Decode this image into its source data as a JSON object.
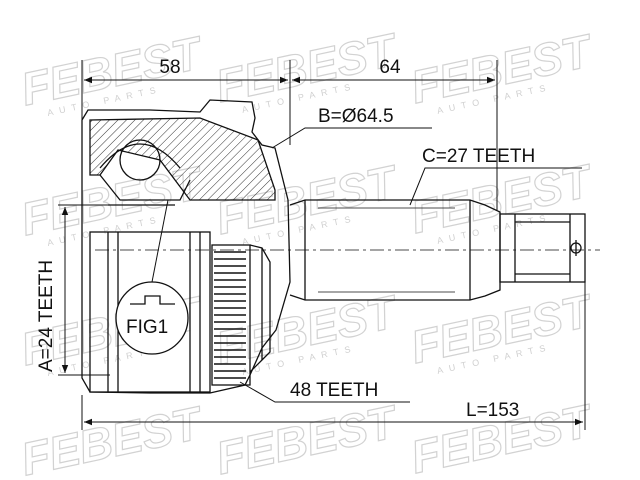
{
  "watermark": {
    "brand": "FEBEST",
    "sub": "AUTO PARTS"
  },
  "colors": {
    "line": "#111111",
    "hatch": "#333333",
    "watermark": "#d2d2d2"
  },
  "dimensions": {
    "left_length": "58",
    "right_length": "64",
    "total_length": "L=153",
    "diameter": "B=Ø64.5",
    "outer_spline": "C=27 TEETH",
    "inner_spline": "A=24 TEETH",
    "abs_ring": "48 TEETH"
  },
  "callouts": {
    "detail": "FIG1"
  }
}
